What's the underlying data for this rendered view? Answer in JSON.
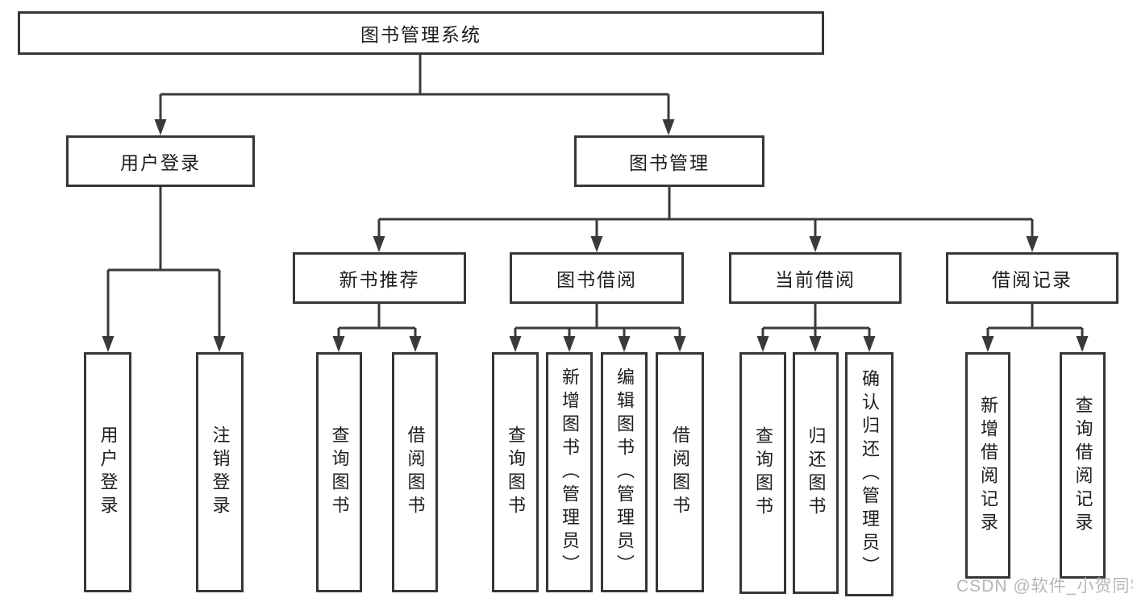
{
  "diagram_type": "tree",
  "root": {
    "label": "图书管理系统"
  },
  "branches": [
    {
      "label": "用户登录",
      "children": [
        {
          "label": "用户登录"
        },
        {
          "label": "注销登录"
        }
      ]
    },
    {
      "label": "图书管理",
      "sections": [
        {
          "label": "新书推荐",
          "children": [
            {
              "label": "查询图书"
            },
            {
              "label": "借阅图书"
            }
          ]
        },
        {
          "label": "图书借阅",
          "children": [
            {
              "label": "查询图书"
            },
            {
              "label": "新增图书（管理员）"
            },
            {
              "label": "编辑图书（管理员）"
            },
            {
              "label": "借阅图书"
            }
          ]
        },
        {
          "label": "当前借阅",
          "children": [
            {
              "label": "查询图书"
            },
            {
              "label": "归还图书"
            },
            {
              "label": "确认归还（管理员）"
            }
          ]
        },
        {
          "label": "借阅记录",
          "children": [
            {
              "label": "新增借阅记录"
            },
            {
              "label": "查询借阅记录"
            }
          ]
        }
      ]
    }
  ],
  "watermark": "CSDN @软件_小贺同学",
  "colors": {
    "line": "#3a3a3a",
    "text": "#1d1d1d",
    "background": "#ffffff",
    "watermark": "#b6b6b6"
  }
}
